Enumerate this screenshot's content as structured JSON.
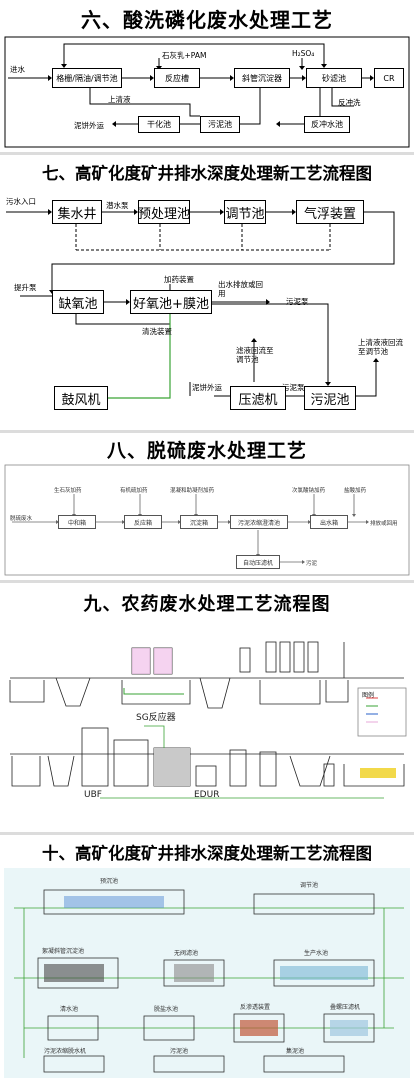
{
  "sections": {
    "s6": {
      "title": "六、酸洗磷化废水处理工艺",
      "inlet": "进水",
      "box_tank": "格栅/隔油/调节池",
      "box_reaction": "反应槽",
      "box_settler": "斜管沉淀器",
      "box_sandfilter": "砂滤池",
      "box_out": "CR",
      "box_dry": "干化池",
      "box_sludge": "污泥池",
      "box_backwash": "反冲水池",
      "lbl_lime": "石灰乳+PAM",
      "lbl_h2so4": "H₂SO₄",
      "lbl_supernatant": "上清液",
      "lbl_cake": "泥饼外运",
      "lbl_backflush": "反冲洗"
    },
    "s7": {
      "title": "七、高矿化度矿井排水深度处理新工艺流程图",
      "lbl_inlet": "污水入口",
      "lbl_feed": "潜水泵",
      "box_well": "集水井",
      "box_pre": "预处理池",
      "box_adjust": "调节池",
      "box_float": "气浮装置",
      "lbl_lift": "提升泵",
      "box_anoxic": "缺氧池",
      "box_mbr": "好氧池+膜池",
      "lbl_dosing": "加药装置",
      "lbl_clean": "清洗装置",
      "lbl_out": "出水排放或回用",
      "lbl_sludgepump": "污泥泵",
      "lbl_filtrate": "滤液回流至调节池",
      "lbl_supernatant": "上清液液回流至调节池",
      "lbl_pump2": "污泥泵",
      "lbl_cake": "泥饼外运",
      "box_blower": "鼓风机",
      "box_press": "压滤机",
      "box_sludge": "污泥池"
    },
    "s8": {
      "title": "八、脱硫废水处理工艺",
      "lbl_inlet": "脱硫废水",
      "box_neutral": "中和箱",
      "box_react": "反应箱",
      "box_settle": "沉淀箱",
      "box_clarify": "污泥浓缩澄清池",
      "box_outbox": "出水箱",
      "lbl_out": "排放或回用",
      "lbl_lime": "生石灰加药",
      "lbl_organic": "有机硫加药",
      "lbl_coag": "混凝和助凝剂加药",
      "lbl_hypo": "次氯酸钠加药",
      "lbl_hcl": "盐酸加药",
      "box_press": "自动压滤机",
      "lbl_mud": "污泥"
    },
    "s9": {
      "title": "九、农药废水处理工艺流程图",
      "lbl_sg": "SG反应器",
      "lbl_ubf": "UBF",
      "lbl_edur": "EDUR",
      "lbl_legend": "图例"
    },
    "s10": {
      "title": "十、高矿化度矿井排水深度处理新工艺流程图",
      "lbl_a": "预沉池",
      "lbl_b": "调节池",
      "lbl_c": "絮凝斜管沉淀池",
      "lbl_d": "无阀滤池",
      "lbl_e": "生产水池",
      "lbl_f": "清水池",
      "lbl_g": "脱盐水池",
      "lbl_h": "反渗透装置",
      "lbl_i": "叠螺压滤机",
      "lbl_j": "污泥浓缩脱水机",
      "lbl_k": "污泥池",
      "lbl_l": "集泥池"
    }
  },
  "colors": {
    "line": "#000000",
    "green_line": "#3aa335",
    "diagram_bg_10": "#eaf6f8",
    "tank_blue": "#5a8fd6",
    "pink": "#e7a9d8",
    "yellow": "#f2d94a"
  }
}
